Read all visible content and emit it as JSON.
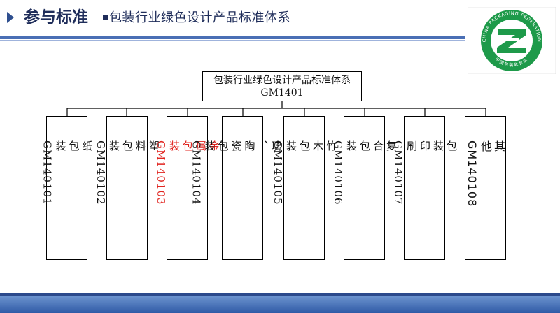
{
  "header": {
    "main_title": "参与标准",
    "sub_title": "包装行业绿色设计产品标准体系"
  },
  "logo": {
    "ring_text_top": "CHINA PACKAGING FEDERATION",
    "ring_text_bottom": "中国包装联合会",
    "colors": {
      "green": "#1e9a4a",
      "white": "#ffffff"
    }
  },
  "diagram": {
    "root": {
      "line1": "包装行业绿色设计产品标准体系",
      "line2": "GM1401"
    },
    "children": [
      {
        "label": "纸\n包\n装\nGM140101",
        "highlight": false
      },
      {
        "label": "塑\n料\n包\n装\nGM140102",
        "highlight": false
      },
      {
        "label": "金\n属\n包\n装\nGM140103",
        "highlight": true
      },
      {
        "label": "玻\n璃\n、\n陶\n瓷\n包\n装\nGM140104",
        "highlight": false
      },
      {
        "label": "竹\n木\n包\n装\nGM140105",
        "highlight": false
      },
      {
        "label": "复\n合\n包\n装\nGM140106",
        "highlight": false
      },
      {
        "label": "包\n装\n印\n刷\nGM140107",
        "highlight": false
      },
      {
        "label": "其\n他\nGM140108",
        "highlight": false
      }
    ]
  },
  "colors": {
    "header_text": "#1f2d5a",
    "accent_blue": "#4a6fb5",
    "highlight_red": "#e0241f"
  }
}
